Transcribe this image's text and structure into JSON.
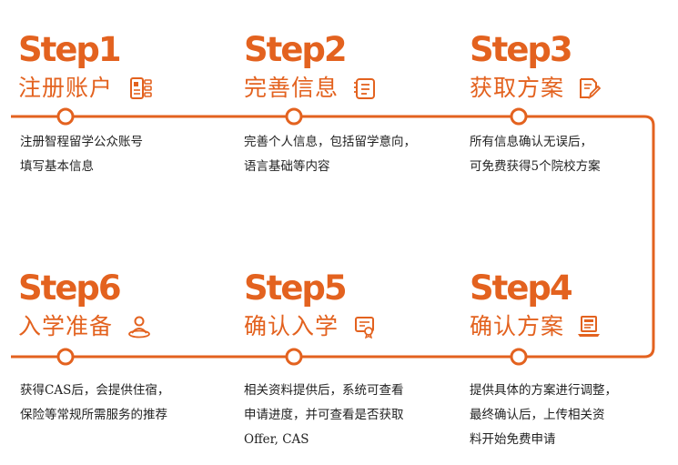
{
  "colors": {
    "accent": "#e3621f",
    "text": "#222222",
    "background": "#ffffff"
  },
  "steps": [
    {
      "label": "Step1",
      "title": "注册账户",
      "icon": "account-card-icon",
      "desc": [
        "注册智程留学公众账号",
        "填写基本信息"
      ]
    },
    {
      "label": "Step2",
      "title": "完善信息",
      "icon": "document-list-icon",
      "desc": [
        "完善个人信息，包括留学意向，",
        "语言基础等内容"
      ]
    },
    {
      "label": "Step3",
      "title": "获取方案",
      "icon": "edit-document-icon",
      "desc": [
        "所有信息确认无误后，",
        "可免费获得5个院校方案"
      ]
    },
    {
      "label": "Step4",
      "title": "确认方案",
      "icon": "laptop-document-icon",
      "desc": [
        "提供具体的方案进行调整，",
        "最终确认后，上传相关资",
        "料开始免费申请"
      ]
    },
    {
      "label": "Step5",
      "title": "确认入学",
      "icon": "certificate-icon",
      "desc": [
        "相关资料提供后，系统可查看",
        "申请进度，并可查看是否获取",
        "Offer, CAS"
      ]
    },
    {
      "label": "Step6",
      "title": "入学准备",
      "icon": "person-target-icon",
      "desc": [
        "获得CAS后，会提供住宿，",
        "保险等常规所需服务的推荐"
      ]
    }
  ]
}
